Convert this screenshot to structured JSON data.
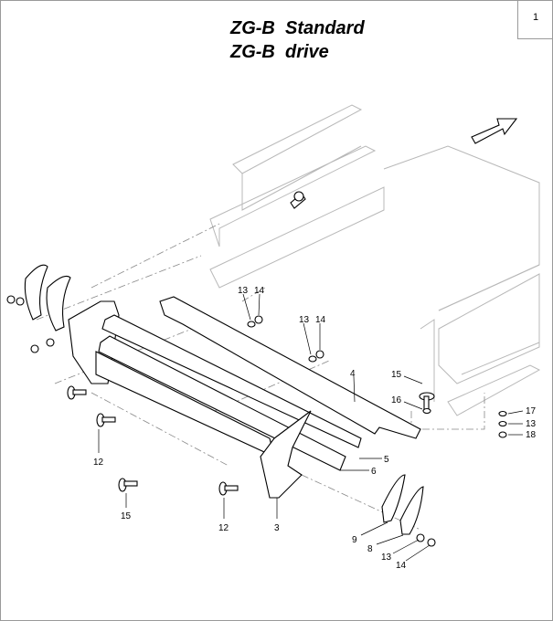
{
  "page_number": "1",
  "titles": [
    "ZG-B  Standard",
    "ZG-B  drive"
  ],
  "direction_icon": "arrow-up-right-icon",
  "callouts": [
    "13",
    "14",
    "13",
    "14",
    "4",
    "15",
    "16",
    "17",
    "13",
    "18",
    "5",
    "6",
    "3",
    "12",
    "15",
    "12",
    "9",
    "8",
    "13",
    "14"
  ]
}
